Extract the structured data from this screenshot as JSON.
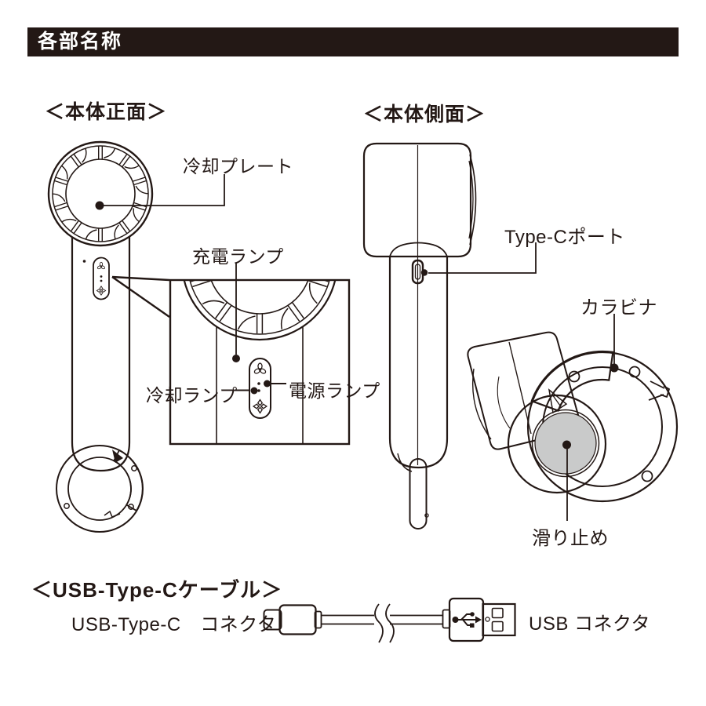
{
  "page": {
    "banner": {
      "title": "各部名称",
      "bg_color": "#231815",
      "text_color": "#ffffff"
    },
    "ink_color": "#231815",
    "anti_slip_pad_color": "#c9caca"
  },
  "front_view": {
    "heading": "＜本体正面＞",
    "labels": {
      "cooling_plate": "冷却プレート",
      "charge_lamp": "充電ランプ",
      "cooling_lamp": "冷却ランプ",
      "power_lamp": "電源ランプ"
    },
    "icons": [
      "fan-speed-icon",
      "snowflake-cooling-icon"
    ]
  },
  "side_view": {
    "heading": "＜本体側面＞",
    "labels": {
      "type_c_port": "Type-Cポート",
      "carabiner": "カラビナ",
      "anti_slip": "滑り止め"
    }
  },
  "cable_section": {
    "heading": "＜USB-Type-Cケーブル＞",
    "labels": {
      "type_c_connector": "USB-Type-C　コネクタ",
      "usb_connector": "USB コネクタ"
    },
    "icons": [
      "usb-trident-icon"
    ]
  }
}
